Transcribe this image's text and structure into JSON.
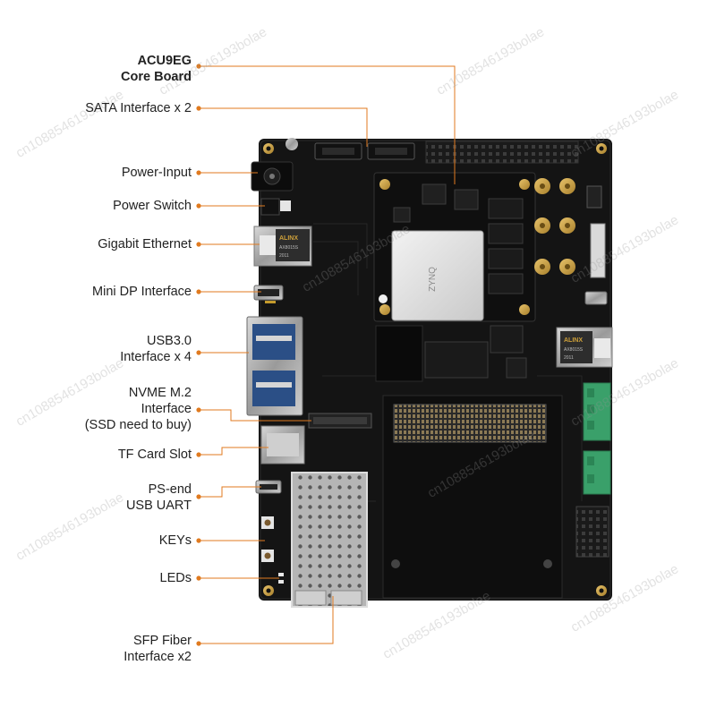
{
  "accent_color": "#e07a1f",
  "board_color": "#151515",
  "labels": {
    "core_board": [
      "ACU9EG",
      "Core Board"
    ],
    "sata": [
      "SATA Interface x 2"
    ],
    "power_input": [
      "Power-Input"
    ],
    "power_switch": [
      "Power Switch"
    ],
    "ethernet": [
      "Gigabit Ethernet"
    ],
    "mini_dp": [
      "Mini DP Interface"
    ],
    "usb3": [
      "USB3.0",
      "Interface x 4"
    ],
    "nvme": [
      "NVME M.2",
      "Interface",
      "(SSD need to buy)"
    ],
    "tf_card": [
      "TF Card Slot"
    ],
    "ps_uart": [
      "PS-end",
      "USB UART"
    ],
    "keys": [
      "KEYs"
    ],
    "leds": [
      "LEDs"
    ],
    "sfp": [
      "SFP Fiber",
      "Interface x2"
    ]
  },
  "board_markings": {
    "alinx_1": "ALINX",
    "alinx_2": "ALINX",
    "chip_1": "AX8015S",
    "chip_2": "AX8015S",
    "rev_1": "2011",
    "rev_2": "2011",
    "soc": "ZYNQ"
  },
  "watermark": "cn1088546193bolae"
}
